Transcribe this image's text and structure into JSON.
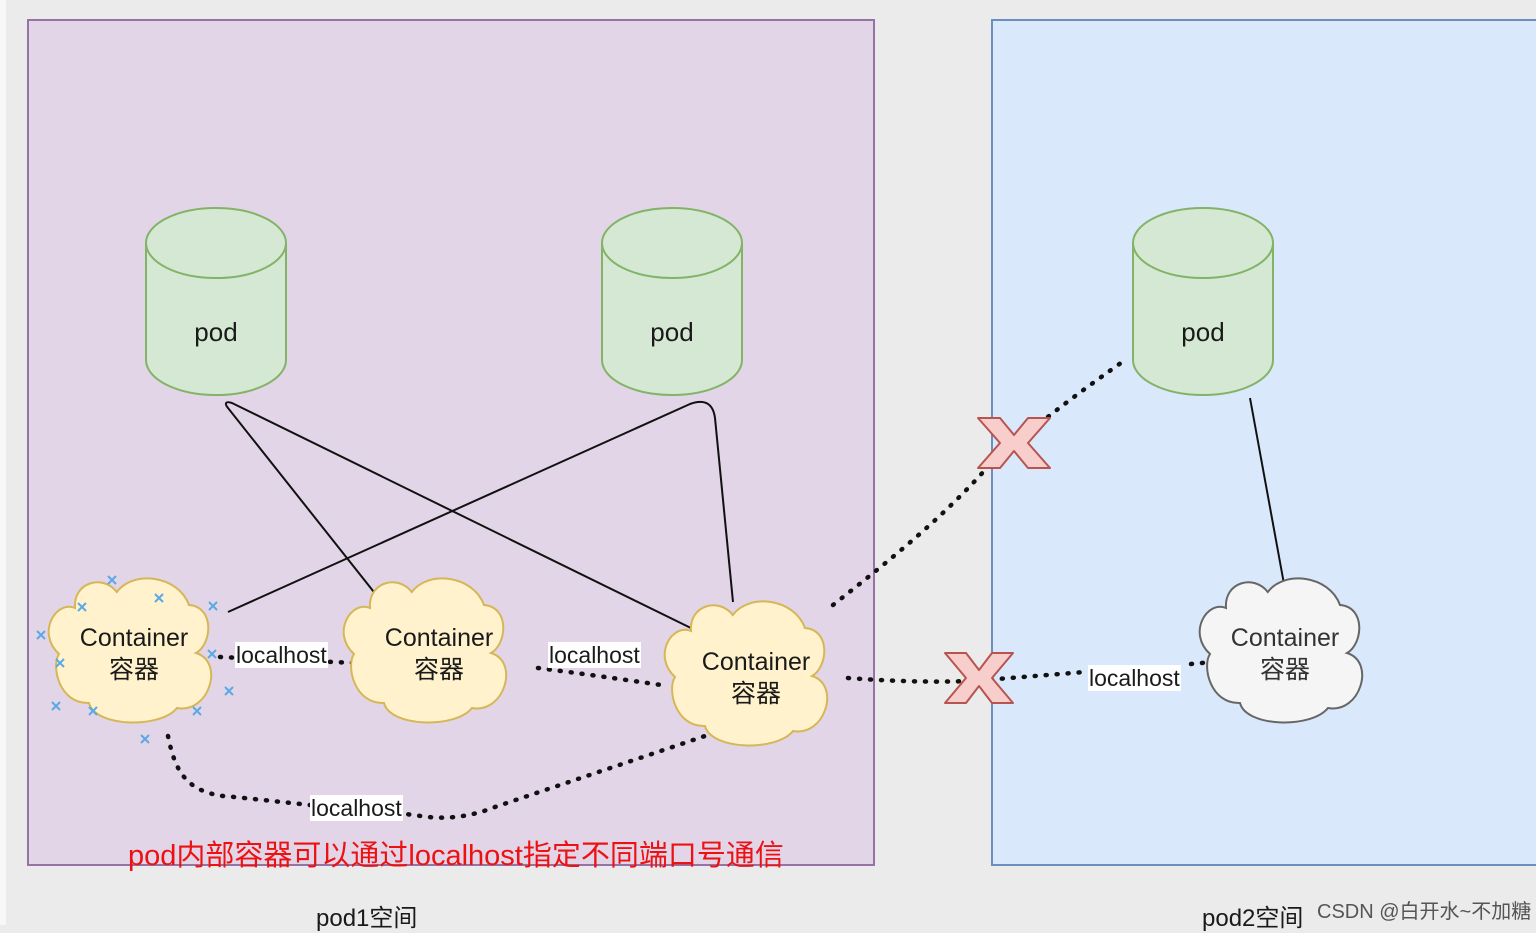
{
  "pods": [
    {
      "label": "pod"
    },
    {
      "label": "pod"
    },
    {
      "label": "pod"
    }
  ],
  "containers": [
    {
      "line1": "Container",
      "line2": "容器"
    },
    {
      "line1": "Container",
      "line2": "容器"
    },
    {
      "line1": "Container",
      "line2": "容器"
    },
    {
      "line1": "Container",
      "line2": "容器"
    }
  ],
  "edge_labels": [
    "localhost",
    "localhost",
    "localhost",
    "localhost"
  ],
  "note": "pod内部容器可以通过localhost指定不同端口号通信",
  "spaces": [
    "pod1空间",
    "pod2空间"
  ],
  "watermark": "CSDN @白开水~不加糖",
  "colors": {
    "pod1_fill": "#e1d5e7",
    "pod1_stroke": "#9673a6",
    "pod2_fill": "#dae8fc",
    "pod2_stroke": "#6c8ebf",
    "pod_cylinder_fill": "#d5e8d4",
    "pod_cylinder_stroke": "#82b366",
    "cloud_fill": "#fff2cc",
    "cloud_stroke": "#d6b656",
    "cloud_grey_fill": "#f5f5f5",
    "cloud_grey_stroke": "#666666",
    "cross_fill": "#f8cecc",
    "cross_stroke": "#b85450",
    "note_color": "#ee1111"
  }
}
